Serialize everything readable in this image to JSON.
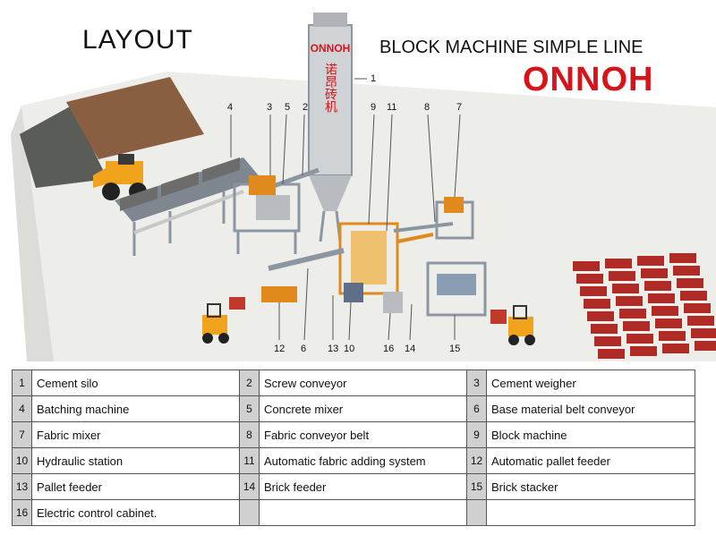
{
  "title": "LAYOUT",
  "subtitle": "BLOCK MACHINE SIMPLE LINE",
  "brand": "ONNOH",
  "silo_text": "诺昂砖机",
  "legend": [
    {
      "num": "1",
      "label": "Cement silo"
    },
    {
      "num": "2",
      "label": "Screw conveyor"
    },
    {
      "num": "3",
      "label": "Cement weigher"
    },
    {
      "num": "4",
      "label": "Batching machine"
    },
    {
      "num": "5",
      "label": "Concrete mixer"
    },
    {
      "num": "6",
      "label": "Base material belt conveyor"
    },
    {
      "num": "7",
      "label": "Fabric mixer"
    },
    {
      "num": "8",
      "label": "Fabric conveyor belt"
    },
    {
      "num": "9",
      "label": "Block machine"
    },
    {
      "num": "10",
      "label": "Hydraulic station"
    },
    {
      "num": "11",
      "label": "Automatic fabric adding system"
    },
    {
      "num": "12",
      "label": "Automatic pallet feeder"
    },
    {
      "num": "13",
      "label": "Pallet feeder"
    },
    {
      "num": "14",
      "label": "Brick feeder"
    },
    {
      "num": "15",
      "label": "Brick stacker"
    },
    {
      "num": "16",
      "label": "Electric control cabinet."
    }
  ],
  "colors": {
    "brand": "#d8141b",
    "machine": "#e08a1e",
    "frame": "#8c96a0",
    "floor": "#ededea",
    "brick": "#b02a26"
  }
}
